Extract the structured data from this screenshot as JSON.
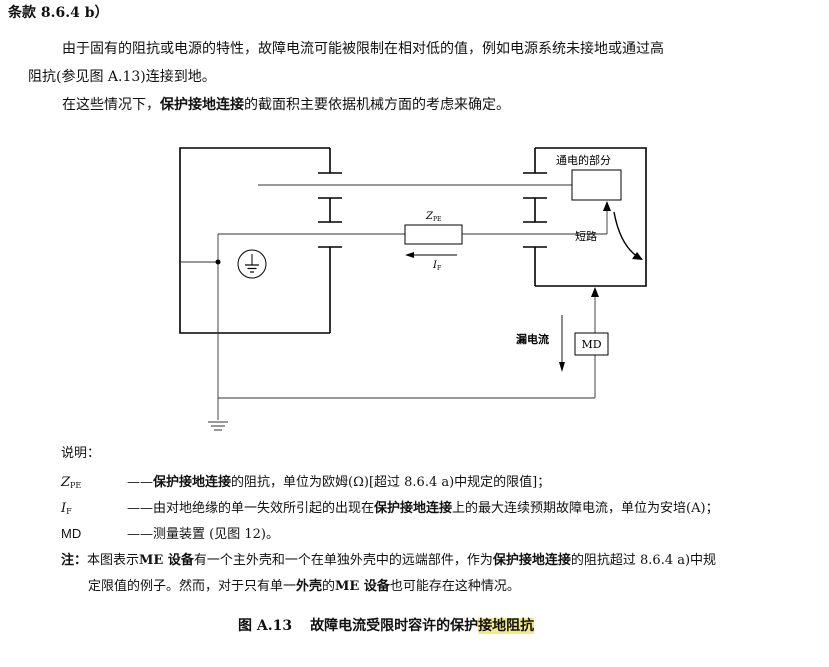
{
  "heading": "条款 8.6.4 b）",
  "para1_line1": "由于固有的阻抗或电源的特性，故障电流可能被限制在相对低的值，例如电源系统未接地或通过高",
  "para1_line2": "阻抗(参见图 A.13)连接到地。",
  "para2_prefix": "在这些情况下，",
  "para2_bold": "保护接地连接",
  "para2_suffix": "的截面积主要依据机械方面的考虑来确定。",
  "diagram": {
    "live_part": "通电的部分",
    "short_circuit": "短路",
    "zpe_main": "Z",
    "zpe_sub": "PE",
    "if_main": "I",
    "if_sub": "F",
    "leakage_current": "漏电流",
    "md": "MD"
  },
  "legend": {
    "title": "说明：",
    "zpe_sym": "Z",
    "zpe_sym_sub": "PE",
    "zpe_dash": "——",
    "zpe_bold": "保护接地连接",
    "zpe_text": "的阻抗，单位为欧姆(Ω)[超过 8.6.4 a)中规定的限值]；",
    "if_sym": "I",
    "if_sym_sub": "F",
    "if_dash": "——",
    "if_text1": "由对地绝缘的单一失效所引起的出现在",
    "if_bold": "保护接地连接",
    "if_text2": "上的最大连续预期故障电流，单位为安培(A)；",
    "md_sym": "MD",
    "md_dash": "——",
    "md_text": "测量装置 (见图 12)。"
  },
  "note": {
    "label": "注：",
    "t1": "本图表示",
    "me1": "ME 设备",
    "t2": "有一个主外壳和一个在单独外壳中的远端部件，作为",
    "bold1": "保护接地连接",
    "t3": "的阻抗超过 8.6.4 a)中规",
    "line2_t1": "定限值的例子。然而，对于只有单一",
    "bold2": "外壳",
    "line2_t2": "的",
    "me2": "ME 设备",
    "line2_t3": "也可能存在这种情况。"
  },
  "caption": {
    "label": "图 A.13",
    "text": "故障电流受限时容许的保护",
    "highlight": "接地阻抗"
  }
}
